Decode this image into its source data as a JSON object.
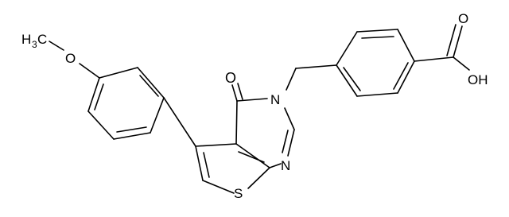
{
  "molecule": {
    "atoms": {
      "methyl": "H",
      "methyl_sub": "3",
      "methyl_c": "C",
      "ether_o": "O",
      "carbonyl_o": "O",
      "n3": "N",
      "n1": "N",
      "s": "S",
      "acid_o": "O",
      "acid_oh": "OH"
    },
    "bond_color": "#000000"
  }
}
